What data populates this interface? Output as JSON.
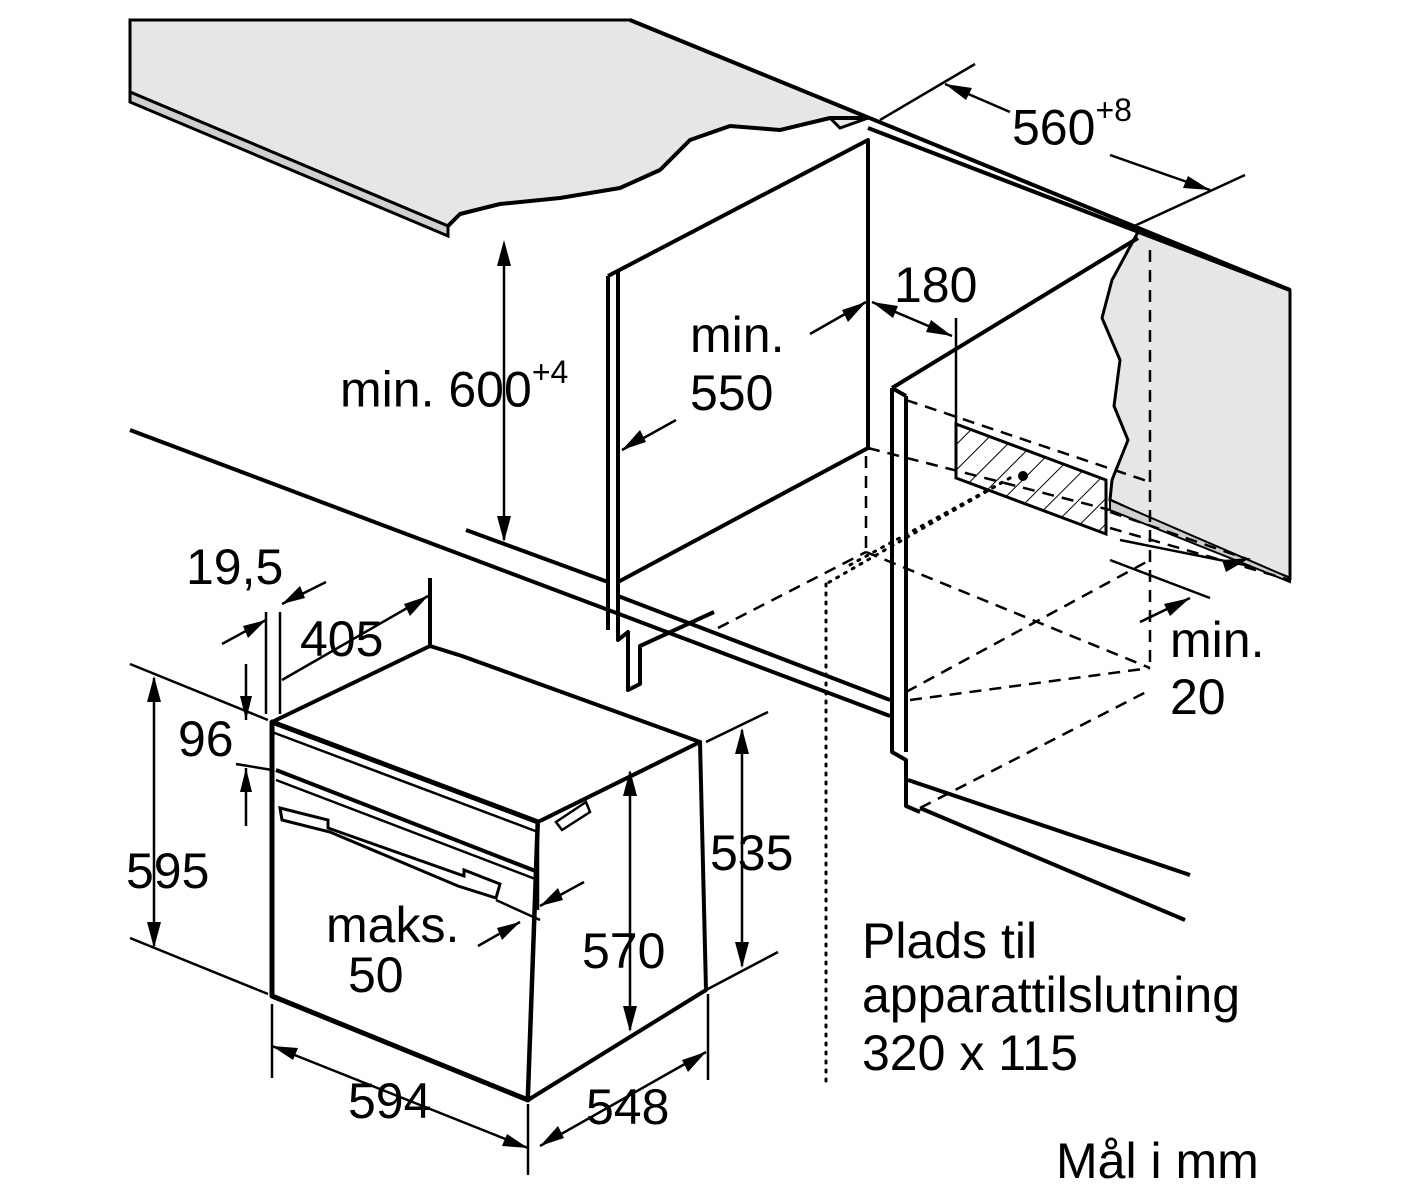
{
  "dimensions": {
    "niche_width": {
      "value": "560",
      "tolerance": "+8"
    },
    "niche_height": {
      "prefix": "min.",
      "value": "600",
      "tolerance": "+4"
    },
    "cabinet_depth": {
      "prefix": "min.",
      "value": "550"
    },
    "connection_offset": "180",
    "rear_gap": {
      "prefix": "min.",
      "value": "20"
    },
    "panel_thickness": "19,5",
    "top_depth": "405",
    "control_panel_height": "96",
    "appliance_height": "595",
    "body_height": "535",
    "body_depth_height": "570",
    "door_protrusion": {
      "prefix": "maks.",
      "value": "50"
    },
    "appliance_width": "594",
    "appliance_depth": "548"
  },
  "notes": {
    "connection_space": {
      "line1": "Plads til",
      "line2": "apparattilslutning",
      "line3": "320 x 115"
    },
    "units": "Mål i mm"
  },
  "colors": {
    "line": "#000000",
    "worktop_fill": "#e6e6e6",
    "background": "#ffffff"
  }
}
